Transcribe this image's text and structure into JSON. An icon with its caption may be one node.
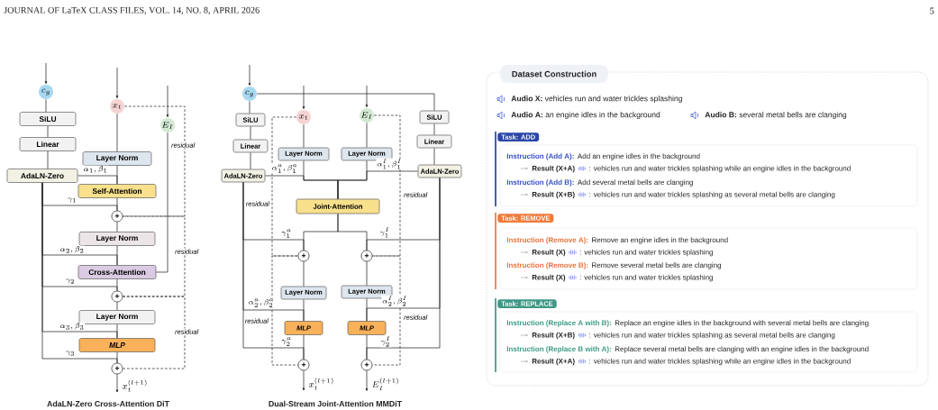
{
  "diagram": {
    "nodes": [
      {
        "text": [
          "c_g"
        ]
      },
      {
        "text": [
          "SiLU"
        ]
      },
      {
        "text": [
          "Linear"
        ]
      },
      {
        "text": [
          "AdaLN-Zero"
        ]
      },
      {
        "text": [
          "x_t"
        ]
      },
      {
        "text": [
          "E_I"
        ]
      },
      {
        "text": [
          "Layer Norm"
        ]
      },
      {
        "text": [
          "Self-Attention"
        ]
      },
      {
        "text": [
          "+"
        ]
      },
      {
        "text": [
          "Layer Norm"
        ]
      },
      {
        "text": [
          "Cross-Attention"
        ]
      },
      {
        "text": [
          "+"
        ]
      },
      {
        "text": [
          "Layer Norm"
        ]
      },
      {
        "text": [
          "MLP"
        ]
      },
      {
        "text": [
          "+"
        ]
      },
      {
        "text": [
          "x_t^{(l+1)}"
        ]
      },
      {
        "text": [
          "c_g"
        ]
      },
      {
        "text": [
          "SiLU"
        ]
      },
      {
        "text": [
          "Linear"
        ]
      },
      {
        "text": [
          "AdaLN-Zero"
        ]
      },
      {
        "text": [
          "x_t"
        ]
      },
      {
        "text": [
          "E_I"
        ]
      },
      {
        "text": [
          "Layer Norm"
        ]
      },
      {
        "text": [
          "Layer Norm"
        ]
      },
      {
        "text": [
          "SiLU"
        ]
      },
      {
        "text": [
          "Linear"
        ]
      },
      {
        "text": [
          "AdaLN-Zero"
        ]
      },
      {
        "text": [
          "Joint-Attention"
        ]
      },
      {
        "text": [
          "+"
        ]
      },
      {
        "text": [
          "+"
        ]
      },
      {
        "text": [
          "Layer Norm"
        ]
      },
      {
        "text": [
          "Layer Norm"
        ]
      },
      {
        "text": [
          "MLP"
        ]
      },
      {
        "text": [
          "MLP"
        ]
      },
      {
        "text": [
          "+"
        ]
      },
      {
        "text": [
          "+"
        ]
      },
      {
        "text": [
          "x_t^{(l+1)}"
        ]
      },
      {
        "text": [
          "E_I^{(l+1)}"
        ]
      },
      {
        "text": [
          "Dataset Construction"
        ]
      },
      {
        "text": [
          "Task: ADD",
          "Instruction (Add A):",
          "Add an engine idles in the background",
          "Result (X+A)",
          ": vehicles run and water trickles splashing while an engine idles in the background",
          "Instruction (Add B):",
          "Add several metal bells are clanging",
          "Result (X+B)",
          ": vehicles run and water trickles splashing as several metal bells are clanging"
        ],
        "in": 38
      },
      {
        "text": [
          "Task: REMOVE",
          "Instruction (Remove A):",
          "Remove an engine idles in the background",
          "Result (X)",
          ": vehicles run and water trickles splashing",
          "Instruction (Remove B):",
          "Remove several metal bells are clanging",
          "Result (X)",
          ": vehicles run and water trickles splashing"
        ],
        "in": 38
      },
      {
        "text": [
          "Task: REPLACE",
          "Instruction (Replace A with B):",
          "Replace an engine idles in the background with several metal bells are clanging",
          "Result (X+B)",
          ": vehicles run and water trickles splashing as several metal bells are clanging",
          "Instruction (Replace B with A):",
          "Replace several metal bells are clanging with an engine idles in the background",
          "Result (X+A)",
          ": vehicles run and water trickles splashing while an engine idles in the background"
        ],
        "in": 38
      }
    ],
    "edges": [
      {
        "from": null,
        "to": 0,
        "arrow": "to"
      },
      {
        "from": 0,
        "to": 1,
        "arrow": "none"
      },
      {
        "from": 1,
        "to": 2,
        "arrow": "none"
      },
      {
        "from": 2,
        "to": 3,
        "arrow": "none"
      },
      {
        "from": null,
        "to": 4,
        "arrow": "to"
      },
      {
        "from": null,
        "to": 5,
        "arrow": "to"
      },
      {
        "from": 4,
        "to": 6,
        "arrow": "none"
      },
      {
        "from": 6,
        "to": 7,
        "arrow": "none"
      },
      {
        "from": 7,
        "to": 8,
        "arrow": "none"
      },
      {
        "from": 8,
        "to": 9,
        "arrow": "none"
      },
      {
        "from": 9,
        "to": 10,
        "arrow": "none"
      },
      {
        "from": 10,
        "to": 11,
        "arrow": "none"
      },
      {
        "from": 11,
        "to": 12,
        "arrow": "none"
      },
      {
        "from": 12,
        "to": 13,
        "arrow": "none"
      },
      {
        "from": 13,
        "to": 14,
        "arrow": "none"
      },
      {
        "from": 14,
        "to": 15,
        "arrow": "to"
      },
      {
        "from": 5,
        "to": 10,
        "arrow": "none"
      },
      {
        "from": 3,
        "to": 7,
        "arrow": "none",
        "label": "\\alpha_1,\\beta_1"
      },
      {
        "from": 3,
        "to": 8,
        "arrow": "none",
        "label": "\\gamma_1"
      },
      {
        "from": 3,
        "to": 10,
        "arrow": "none",
        "label": "\\alpha_2,\\beta_2"
      },
      {
        "from": 3,
        "to": 11,
        "arrow": "none",
        "label": "\\gamma_2"
      },
      {
        "from": 3,
        "to": 13,
        "arrow": "none",
        "label": "\\alpha_3,\\beta_3"
      },
      {
        "from": 3,
        "to": 14,
        "arrow": "none",
        "label": "\\gamma_3"
      },
      {
        "from": 4,
        "to": 8,
        "arrow": "none",
        "style": "dashed",
        "label": "residual"
      },
      {
        "from": 8,
        "to": 11,
        "arrow": "none",
        "style": "dashed",
        "label": "residual"
      },
      {
        "from": 11,
        "to": 14,
        "arrow": "none",
        "style": "dashed",
        "label": "residual"
      },
      {
        "from": null,
        "to": 16,
        "arrow": "to"
      },
      {
        "from": 16,
        "to": 17,
        "arrow": "none"
      },
      {
        "from": 17,
        "to": 18,
        "arrow": "none"
      },
      {
        "from": 18,
        "to": 19,
        "arrow": "none"
      },
      {
        "from": 16,
        "to": 24,
        "arrow": "none"
      },
      {
        "from": 24,
        "to": 25,
        "arrow": "none"
      },
      {
        "from": 25,
        "to": 26,
        "arrow": "none"
      },
      {
        "from": null,
        "to": 20,
        "arrow": "to"
      },
      {
        "from": null,
        "to": 21,
        "arrow": "to"
      },
      {
        "from": 20,
        "to": 22,
        "arrow": "none"
      },
      {
        "from": 21,
        "to": 23,
        "arrow": "none"
      },
      {
        "from": 22,
        "to": 27,
        "arrow": "none"
      },
      {
        "from": 23,
        "to": 27,
        "arrow": "none"
      },
      {
        "from": 19,
        "to": 27,
        "arrow": "none",
        "label": "\\alpha_1^a,\\beta_1^a"
      },
      {
        "from": 26,
        "to": 27,
        "arrow": "none",
        "label": "\\alpha_1^I,\\beta_1^I"
      },
      {
        "from": 27,
        "to": 28,
        "arrow": "none"
      },
      {
        "from": 27,
        "to": 29,
        "arrow": "none"
      },
      {
        "from": 19,
        "to": 28,
        "arrow": "none",
        "label": "\\gamma_1^a"
      },
      {
        "from": 26,
        "to": 29,
        "arrow": "none",
        "label": "\\gamma_1^I"
      },
      {
        "from": 28,
        "to": 30,
        "arrow": "none"
      },
      {
        "from": 29,
        "to": 31,
        "arrow": "none"
      },
      {
        "from": 30,
        "to": 32,
        "arrow": "none"
      },
      {
        "from": 31,
        "to": 33,
        "arrow": "none"
      },
      {
        "from": 32,
        "to": 34,
        "arrow": "none"
      },
      {
        "from": 33,
        "to": 35,
        "arrow": "none"
      },
      {
        "from": 19,
        "to": 32,
        "arrow": "none",
        "label": "\\alpha_2^a,\\beta_2^a"
      },
      {
        "from": 26,
        "to": 33,
        "arrow": "none",
        "label": "\\alpha_2^I,\\beta_2^I"
      },
      {
        "from": 19,
        "to": 34,
        "arrow": "none",
        "label": "\\gamma_2^a"
      },
      {
        "from": 26,
        "to": 35,
        "arrow": "none",
        "label": "\\gamma_2^I"
      },
      {
        "from": 34,
        "to": 36,
        "arrow": "to"
      },
      {
        "from": 35,
        "to": 37,
        "arrow": "to"
      },
      {
        "from": 20,
        "to": 28,
        "arrow": "none",
        "style": "dashed",
        "label": "residual"
      },
      {
        "from": 28,
        "to": 34,
        "arrow": "none",
        "style": "dashed",
        "label": "residual"
      },
      {
        "from": 21,
        "to": 29,
        "arrow": "none",
        "style": "dashed",
        "label": "residual"
      },
      {
        "from": 29,
        "to": 35,
        "arrow": "none",
        "style": "dashed",
        "label": "residual"
      }
    ],
    "labels": [
      "JOURNAL OF LaTeX CLASS FILES, VOL. 14, NO. 8, APRIL 2026",
      "5",
      "AdaLN-Zero Cross-Attention DiT",
      "Dual-Stream Joint-Attention MMDiT",
      "**Audio X:** vehicles run and water trickles splashing",
      "**Audio A:** an engine idles in the background",
      "**Audio B:** several metal bells are clanging"
    ]
  }
}
